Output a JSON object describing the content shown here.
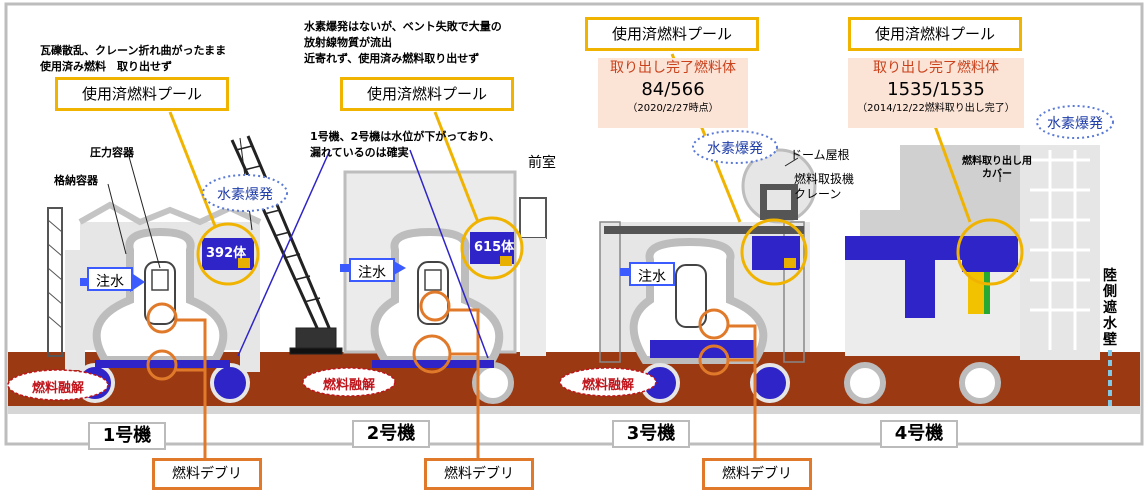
{
  "units": {
    "u1": {
      "label": "1号機",
      "pool_count": "392体"
    },
    "u2": {
      "label": "2号機",
      "pool_count": "615体"
    },
    "u3": {
      "label": "3号機"
    },
    "u4": {
      "label": "4号機"
    }
  },
  "labels": {
    "spent_fuel_pool": "使用済燃料プール",
    "hydrogen_explosion": "水素爆発",
    "fuel_melt": "燃料融解",
    "fuel_debris": "燃料デブリ",
    "water_injection": "注水",
    "pressure_vessel": "圧力容器",
    "containment_vessel": "格納容器",
    "front_room": "前室",
    "dome_roof": "ドーム屋根",
    "fuel_crane_1": "燃料取扱機",
    "fuel_crane_2": "クレーン",
    "cover_1": "燃料取り出し用",
    "cover_2": "カバー",
    "seawall": "陸側遮水壁"
  },
  "notes": {
    "u1_line1": "瓦礫散乱、クレーン折れ曲がったまま",
    "u1_line2": "使用済み燃料　取り出せず",
    "u2_line1": "水素爆発はないが、ベント失敗で大量の",
    "u2_line2": "放射線物質が流出",
    "u2_line3": "近寄れず、使用済み燃料取り出せず",
    "leak_line1": "1号機、2号機は水位が下がっており、",
    "leak_line2": "漏れているのは確実"
  },
  "removal": {
    "u3": {
      "title": "取り出し完了燃料体",
      "count": "84/566",
      "note": "（2020/2/27時点）"
    },
    "u4": {
      "title": "取り出し完了燃料体",
      "count": "1535/1535",
      "note": "（2014/12/22燃料取り出し完了）"
    }
  },
  "colors": {
    "pool": "#2e24c8",
    "frame": "#d9d9d9",
    "ground": "#9b3a12",
    "accent": "#f0b400",
    "debris": "#e07a2a",
    "pink_bg": "#fbe3d6"
  }
}
